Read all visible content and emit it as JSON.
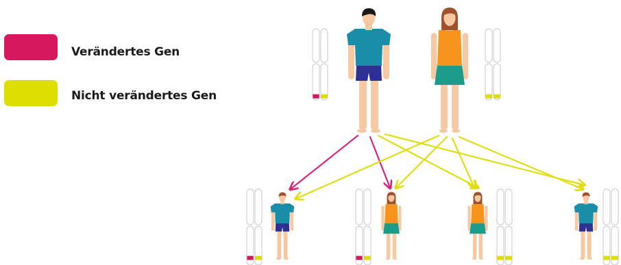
{
  "legend": {
    "items": [
      {
        "label": "Verändertes Gen",
        "color": "#d6185f"
      },
      {
        "label": "Nicht verändertes Gen",
        "color": "#dede00"
      }
    ]
  },
  "colors": {
    "altered_gene": "#d6185f",
    "normal_gene": "#dede00",
    "arrow_altered": "#d6267a",
    "arrow_normal": "#dede12",
    "male_shirt": "#1a8ea8",
    "male_shorts": "#2e3192",
    "female_top": "#f7941d",
    "female_skirt": "#1d9c8c",
    "skin": "#f7c9a3",
    "hair_dark": "#1a1a1a",
    "hair_brown": "#a0522d",
    "chromosome_outline": "#c8c8c8"
  },
  "icons": {
    "father": "man-figure-icon",
    "mother": "woman-figure-icon",
    "son": "boy-figure-icon",
    "daughter": "girl-figure-icon",
    "chromosome_pair": "chromosome-pair-icon"
  },
  "family": {
    "parents": [
      {
        "role": "father",
        "genes": [
          "altered",
          "normal"
        ]
      },
      {
        "role": "mother",
        "genes": [
          "normal",
          "normal"
        ]
      }
    ],
    "children": [
      {
        "role": "son",
        "genes": [
          "altered",
          "normal"
        ]
      },
      {
        "role": "daughter",
        "genes": [
          "altered",
          "normal"
        ]
      },
      {
        "role": "daughter",
        "genes": [
          "normal",
          "normal"
        ]
      },
      {
        "role": "son",
        "genes": [
          "normal",
          "normal"
        ]
      }
    ]
  }
}
